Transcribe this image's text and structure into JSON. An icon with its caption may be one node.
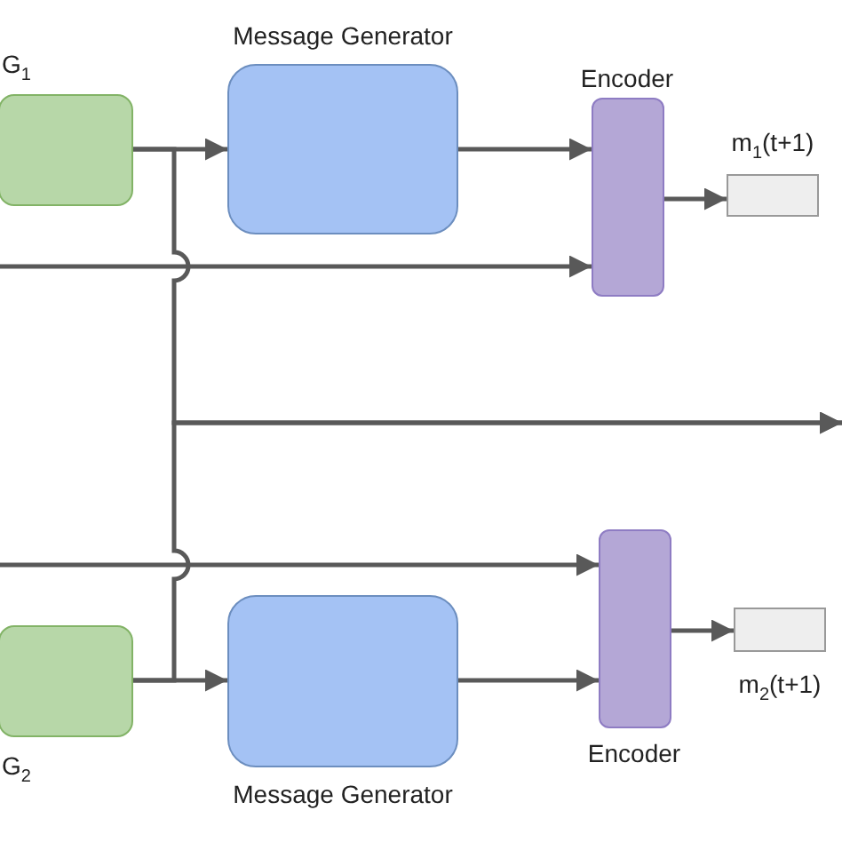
{
  "diagram": {
    "nodes": [
      {
        "text": [
          "G$_{1}$"
        ]
      },
      {
        "text": [
          "Message Generator"
        ]
      },
      {
        "text": [
          "Encoder"
        ]
      },
      {
        "text": [
          "m$_{1}$(t+1)"
        ]
      },
      {
        "text": [
          "G$_{2}$"
        ]
      },
      {
        "text": [
          "Message Generator"
        ]
      },
      {
        "text": [
          "Encoder"
        ]
      },
      {
        "text": [
          "m$_{2}$(t+1)"
        ]
      }
    ],
    "edges": [
      {
        "from": 0,
        "to": 1,
        "arrow": "to"
      },
      {
        "from": 1,
        "to": 2,
        "arrow": "to"
      },
      {
        "from": null,
        "to": 2,
        "arrow": "to"
      },
      {
        "from": 2,
        "to": 3,
        "arrow": "to"
      },
      {
        "from": 0,
        "to": null,
        "arrow": "to"
      },
      {
        "from": 4,
        "to": null,
        "arrow": "to"
      },
      {
        "from": null,
        "to": 6,
        "arrow": "to"
      },
      {
        "from": 4,
        "to": 5,
        "arrow": "to"
      },
      {
        "from": 5,
        "to": 6,
        "arrow": "to"
      },
      {
        "from": 6,
        "to": 7,
        "arrow": "to"
      }
    ]
  }
}
